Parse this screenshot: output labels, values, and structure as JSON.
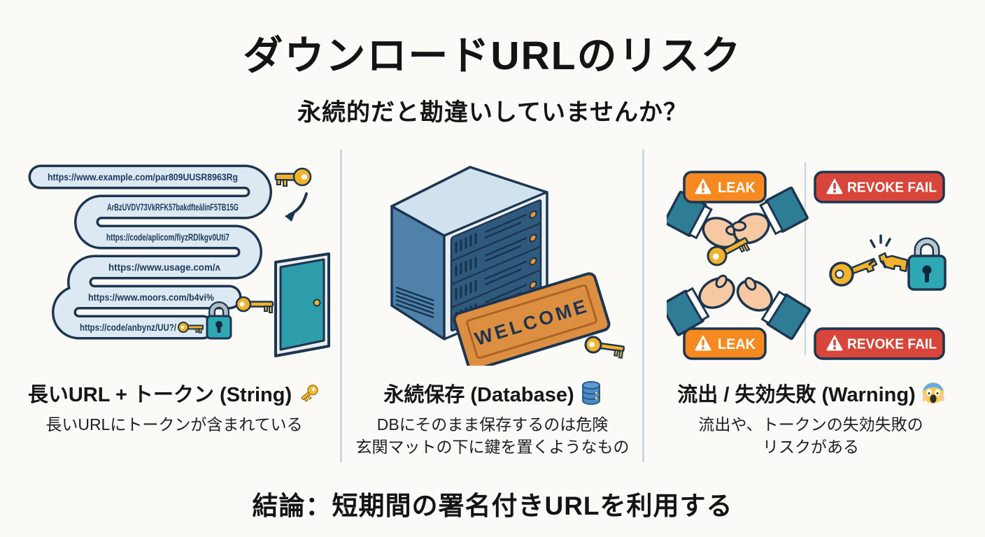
{
  "header": {
    "title": "ダウンロードURLのリスク",
    "subtitle": "永続的だと勘違いしていませんか？"
  },
  "panels": {
    "left": {
      "heading": "長いURL + トークン (String)",
      "heading_icon": "key-emoji",
      "description": "長いURLにトークンが含まれている",
      "urls": [
        "https://www.example.com/par809UUSR8963Rg",
        "ArBzUVDV73VkRFK57bakdfteàlinF5TB15G",
        "https://code/aplicom/fiyzRDlkgv0Uti7",
        "https://www.usage.com/ʌ",
        "https://www.moors.com/b4vi%",
        "https://code/anbynz/UU?/"
      ]
    },
    "middle": {
      "heading": "永続保存 (Database)",
      "heading_icon": "database-emoji",
      "description_line1": "DBにそのまま保存するのは危険",
      "description_line2": "玄関マットの下に鍵を置くようなもの",
      "mat_label": "WELCOME"
    },
    "right": {
      "heading": "流出 / 失効失敗 (Warning)",
      "heading_icon": "scream-emoji",
      "description_line1": "流出や、トークンの失効失敗の",
      "description_line2": "リスクがある",
      "badge_leak": "LEAK",
      "badge_revoke": "REVOKE FAIL",
      "badge_icon": "warning-triangle"
    }
  },
  "footer": {
    "conclusion": "結論：短期間の署名付きURLを利用する"
  },
  "colors": {
    "background": "#fbfaf7",
    "ink": "#141414",
    "navy_outline": "#1d3550",
    "ribbon_fill": "#dce9f2",
    "key_gold": "#f2b32a",
    "door_teal": "#2d9daa",
    "lock_teal": "#2fa8b5",
    "badge_orange": "#f6891f",
    "badge_red": "#d8453a",
    "server_panel_blue": "#2f5a7d",
    "mat_orange": "#dd8f41",
    "divider_gray": "#cbd8df"
  }
}
